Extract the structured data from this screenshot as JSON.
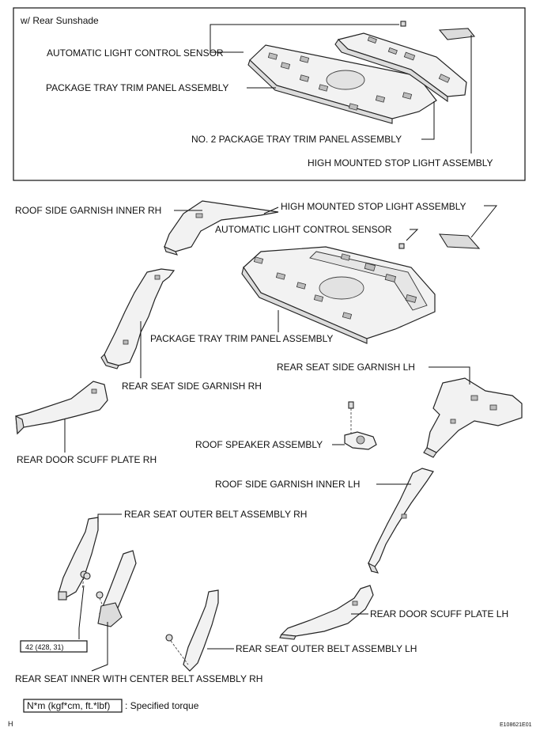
{
  "inset": {
    "title": "w/ Rear Sunshade",
    "labels": {
      "auto_sensor": "AUTOMATIC LIGHT CONTROL SENSOR",
      "package_tray": "PACKAGE TRAY TRIM PANEL ASSEMBLY",
      "no2_package_tray": "NO. 2 PACKAGE TRAY TRIM PANEL ASSEMBLY",
      "stop_light": "HIGH MOUNTED STOP LIGHT ASSEMBLY"
    }
  },
  "main": {
    "labels": {
      "roof_side_rh": "ROOF SIDE GARNISH INNER RH",
      "stop_light": "HIGH MOUNTED STOP LIGHT ASSEMBLY",
      "auto_sensor": "AUTOMATIC LIGHT CONTROL SENSOR",
      "package_tray": "PACKAGE TRAY TRIM PANEL ASSEMBLY",
      "rear_seat_side_lh": "REAR SEAT SIDE GARNISH LH",
      "rear_seat_side_rh": "REAR SEAT SIDE GARNISH RH",
      "roof_speaker": "ROOF SPEAKER ASSEMBLY",
      "scuff_rh": "REAR DOOR SCUFF PLATE RH",
      "roof_side_lh": "ROOF SIDE GARNISH INNER LH",
      "outer_belt_rh": "REAR SEAT OUTER BELT ASSEMBLY RH",
      "scuff_lh": "REAR DOOR SCUFF PLATE LH",
      "outer_belt_lh": "REAR SEAT OUTER BELT ASSEMBLY LH",
      "inner_belt_rh": "REAR SEAT INNER WITH CENTER BELT ASSEMBLY RH"
    },
    "torque_value": "42 (428, 31)"
  },
  "legend": {
    "unit_box": "N*m (kgf*cm, ft.*lbf)",
    "description": ": Specified torque"
  },
  "footer": {
    "section_letter": "H",
    "figure_code": "E108621E01"
  }
}
